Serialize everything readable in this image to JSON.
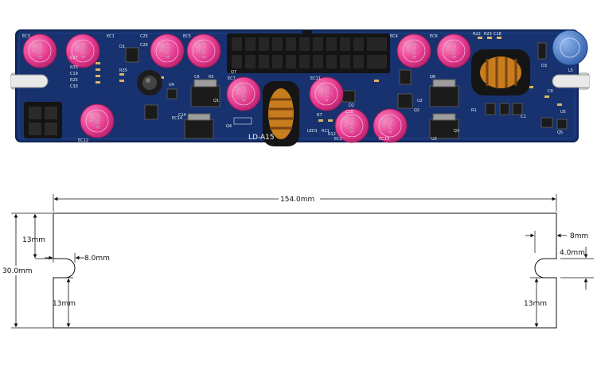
{
  "board": {
    "model": "LD-A15",
    "capacitor_marking": [
      "16V",
      "470uF"
    ],
    "cap_labels": [
      "EC3",
      "EC1",
      "C25",
      "EC5",
      "EC4",
      "EC6",
      "EC12",
      "EC7",
      "EC11",
      "EC2",
      "EC13",
      "EC14"
    ],
    "ref_labels": [
      "Q4",
      "Q1",
      "Q2",
      "Q3",
      "Q5",
      "Q7",
      "Q6",
      "C6",
      "R5",
      "R7",
      "C14",
      "C10",
      "R11",
      "U2",
      "U3",
      "U4",
      "U5",
      "L5",
      "D3",
      "D2",
      "LED1",
      "R12",
      "R23",
      "R22",
      "C18",
      "C27",
      "R33",
      "C19",
      "R25",
      "C30",
      "R35",
      "C26",
      "D1",
      "C9",
      "C1",
      "R1"
    ],
    "colors": {
      "pcb": "#17326e",
      "pcb_edge": "#0f2356",
      "capacitor": "#e23a8e",
      "heatsink": "#d9d9d9",
      "connector": "#141414",
      "coil": "#c77c1e"
    }
  },
  "drawing": {
    "dims": {
      "length": "154.0mm",
      "height": "30.0mm",
      "top_offset_left": "13mm",
      "bottom_offset_left": "13mm",
      "slot_width_left": "8.0mm",
      "slot_width_right": "8mm",
      "slot_height_right": "4.0mm",
      "bottom_offset_right": "13mm"
    }
  }
}
